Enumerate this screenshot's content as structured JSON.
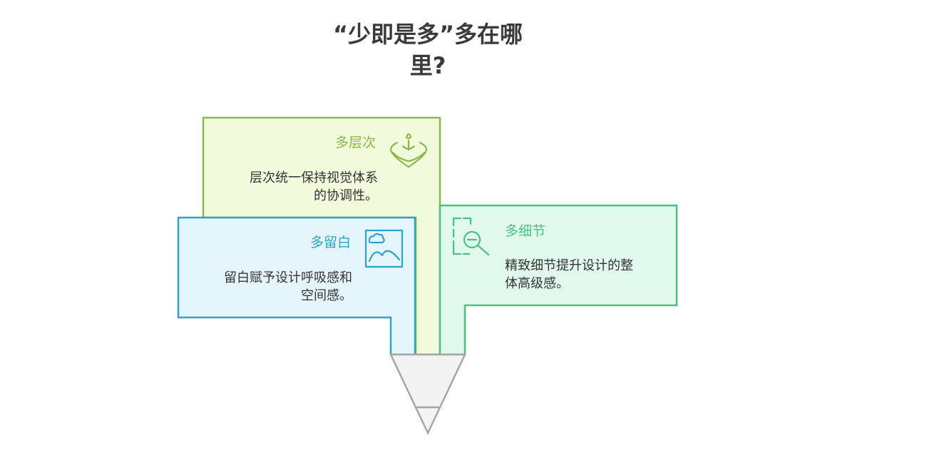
{
  "title": {
    "line1": "“少即是多”多在哪",
    "line2": "里?"
  },
  "cards": {
    "layers": {
      "label": "多层次",
      "desc_line1": "层次统一保持视觉体系",
      "desc_line2": "的协调性。",
      "icon": "layered-cake-icon",
      "color": "#8ab84a",
      "fill": "#f2fadc"
    },
    "whitespace": {
      "label": "多留白",
      "desc_line1": "留白赋予设计呼吸感和",
      "desc_line2": "空间感。",
      "icon": "image-frame-icon",
      "color": "#2ea3c9",
      "fill": "#e4f6fc"
    },
    "details": {
      "label": "多细节",
      "desc_line1": "精致细节提升设计的整",
      "desc_line2": "体高级感。",
      "icon": "zoom-out-icon",
      "color": "#4cbf82",
      "fill": "#e0f9ec"
    }
  },
  "funnel": {
    "color": "#a6a6a6",
    "fill": "#f3f3f3"
  }
}
